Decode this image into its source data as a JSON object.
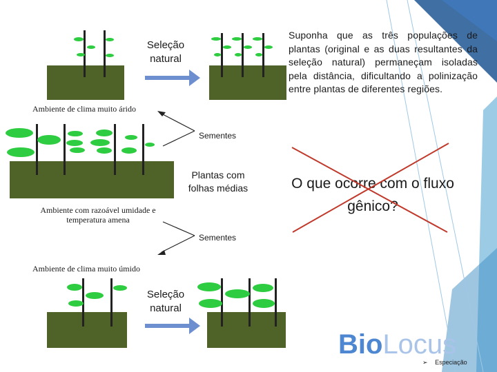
{
  "colors": {
    "ground": "#4f6228",
    "leaf": "#2ecc40",
    "arrow": "#6d8fd0",
    "cross": "#c0392b",
    "logo": "#5b8fd6"
  },
  "labels": {
    "selecao_top": "Seleção natural",
    "selecao_bottom": "Seleção natural",
    "arido": "Ambiente de clima muito árido",
    "razoavel": "Ambiente com razoável umidade e temperatura amena",
    "umido": "Ambiente de clima muito úmido",
    "sementes_top": "Sementes",
    "sementes_bottom": "Sementes",
    "plantas_medias": "Plantas com folhas médias"
  },
  "note": "Suponha que as três populações de plantas (original e as duas resultantes da seleção natural) permaneçam isoladas pela distância, dificultando a polinização entre plantas de diferentes regiões.",
  "question": "O que ocorre com o fluxo gênico?",
  "logo": {
    "bio": "Bio",
    "locus": "Locus"
  },
  "footer": {
    "bullet": "➢",
    "label": "Especiação"
  }
}
